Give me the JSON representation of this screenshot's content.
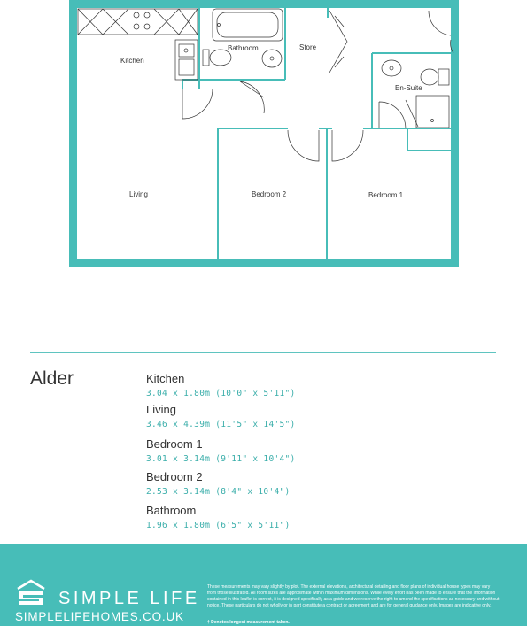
{
  "floorplan": {
    "rooms": {
      "kitchen": "Kitchen",
      "bathroom": "Bathroom",
      "store": "Store",
      "en_suite": "En-Suite",
      "living": "Living",
      "bedroom2": "Bedroom 2",
      "bedroom1": "Bedroom 1"
    },
    "wall_color": "#47bdb8"
  },
  "house_name": "Alder",
  "specs": [
    {
      "name": "Kitchen",
      "dims": "3.04 x 1.80m (10'0\" x 5'11\")"
    },
    {
      "name": "Living",
      "dims": "3.46 x 4.39m (11'5\" x 14'5\")"
    },
    {
      "name": "Bedroom 1",
      "dims": "3.01 x 3.14m (9'11\" x 10'4\")"
    },
    {
      "name": "Bedroom 2",
      "dims": "2.53 x 3.14m (8'4\" x 10'4\")"
    },
    {
      "name": "Bathroom",
      "dims": "1.96 x 1.80m (6'5\" x 5'11\")"
    }
  ],
  "footer": {
    "brand": "SIMPLE LIFE",
    "url": "SIMPLELIFEHOMES.CO.UK",
    "disclaimer": "These measurements may vary slightly by plot. The external elevations, architectural detailing and floor plans of individual house types may vary from those illustrated. All room sizes are approximate within maximum dimensions. While every effort has been made to ensure that the information contained in this leaflet is correct, it is designed specifically as a guide and we reserve the right to amend the specifications as necessary and without notice. These particulars do not wholly or in part constitute a contract or agreement and are for general guidance only. Images are indicative only.",
    "note": "† Denotes longest measurement taken.",
    "bg_color": "#47bdb8"
  }
}
